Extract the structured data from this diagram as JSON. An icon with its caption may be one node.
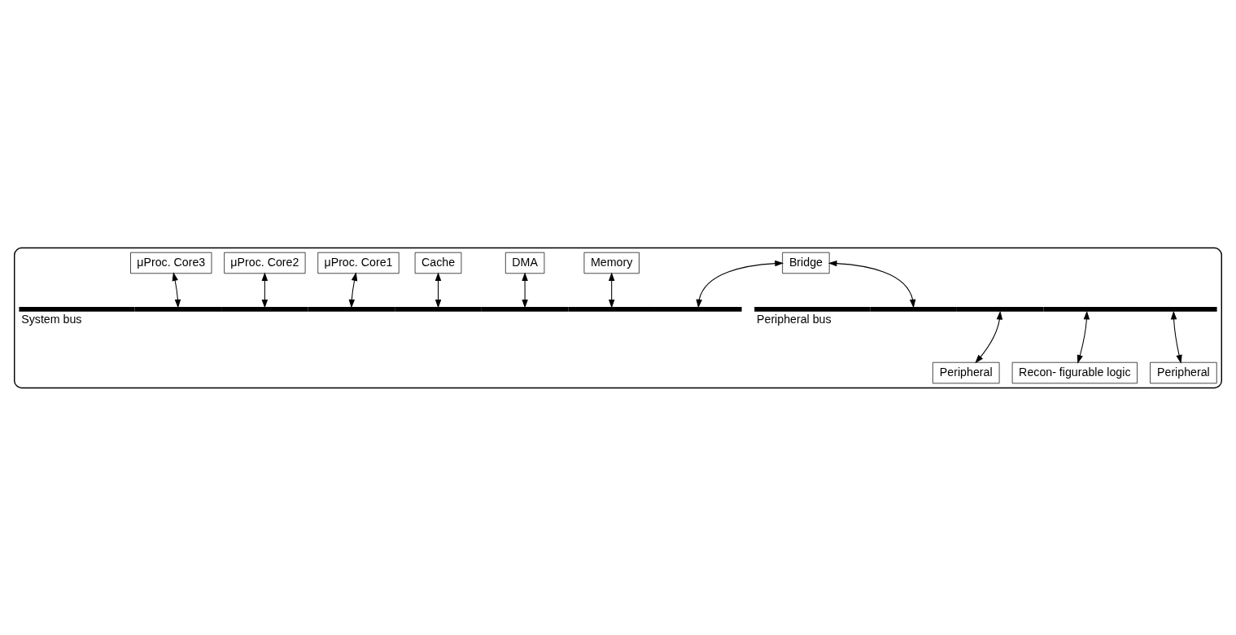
{
  "diagram": {
    "nodes": [
      {
        "text": [],
        "shape": "box"
      },
      {
        "text": [
          "μProc. Core3"
        ],
        "in": 0
      },
      {
        "text": [
          "μProc. Core2"
        ],
        "in": 0
      },
      {
        "text": [
          "μProc. Core1"
        ],
        "in": 0
      },
      {
        "text": [
          "Cache"
        ],
        "in": 0
      },
      {
        "text": [
          "DMA"
        ],
        "in": 0
      },
      {
        "text": [
          "Memory"
        ],
        "in": 0
      },
      {
        "text": [
          "Bridge"
        ],
        "in": 0
      },
      {
        "text": [],
        "shape": "bar",
        "beside": [
          "System bus"
        ],
        "in": 0
      },
      {
        "text": [],
        "shape": "bar",
        "beside": [
          "Peripheral bus"
        ],
        "in": 0
      },
      {
        "text": [
          "Peripheral"
        ],
        "in": 0
      },
      {
        "text": [
          "Recon- figurable logic"
        ],
        "in": 0
      },
      {
        "text": [
          "Peripheral"
        ],
        "in": 0
      }
    ],
    "edges": [
      {
        "from": 1,
        "to": 8,
        "arrow": "both"
      },
      {
        "from": 2,
        "to": 8,
        "arrow": "both"
      },
      {
        "from": 3,
        "to": 8,
        "arrow": "both"
      },
      {
        "from": 4,
        "to": 8,
        "arrow": "both"
      },
      {
        "from": 5,
        "to": 8,
        "arrow": "both"
      },
      {
        "from": 6,
        "to": 8,
        "arrow": "both"
      },
      {
        "from": 7,
        "to": 8,
        "arrow": "both"
      },
      {
        "from": 7,
        "to": 9,
        "arrow": "both"
      },
      {
        "from": 9,
        "to": 10,
        "arrow": "both"
      },
      {
        "from": 9,
        "to": 11,
        "arrow": "both"
      },
      {
        "from": 9,
        "to": 12,
        "arrow": "both"
      }
    ]
  }
}
